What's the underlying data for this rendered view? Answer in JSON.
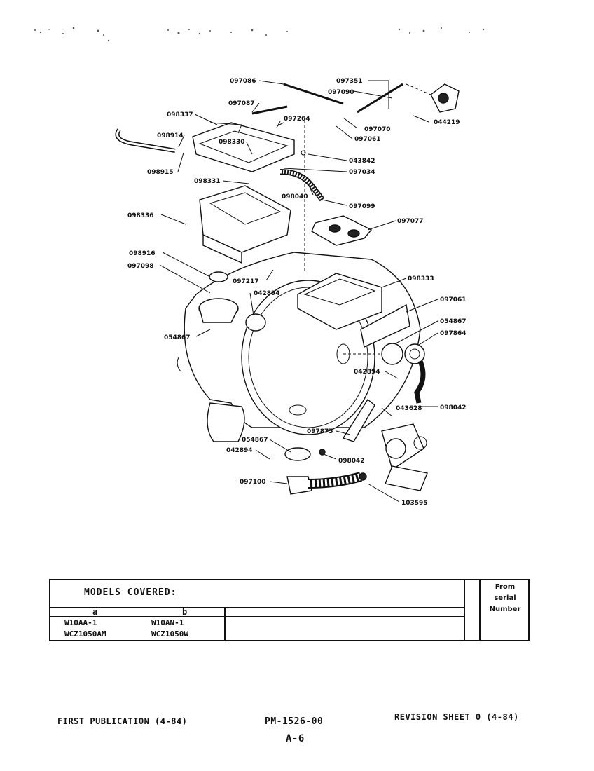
{
  "callouts": {
    "c097086": "097086",
    "c097087": "097087",
    "c098337": "098337",
    "c097264": "097264",
    "c098914": "098914",
    "c098330": "098330",
    "c098915": "098915",
    "c098331": "098331",
    "c097351": "097351",
    "c097090": "097090",
    "c097070": "097070",
    "c097061": "097061",
    "c044219": "044219",
    "c043842": "043842",
    "c097034": "097034",
    "c098040": "098040",
    "c097099": "097099",
    "c098336": "098336",
    "c097077": "097077",
    "c098916": "098916",
    "c097098": "097098",
    "c097217": "097217",
    "c042894a": "042894",
    "c098333": "098333",
    "c097061b": "097061",
    "c054867a": "054867",
    "c054867b": "054867",
    "c097864": "097864",
    "c042894b": "042894",
    "c043628": "043628",
    "c098042a": "098042",
    "c097875": "097875",
    "c054867c": "054867",
    "c042894c": "042894",
    "c098042b": "098042",
    "c097100": "097100",
    "c103595": "103595"
  },
  "models_table": {
    "title": "MODELS COVERED:",
    "serial_header_line1": "From serial",
    "serial_header_line2": "Number",
    "col_a": "a",
    "col_b": "b",
    "row1_a": "W10AA-1",
    "row1_b": "W10AN-1",
    "row2_a": "WCZ1050AM",
    "row2_b": "WCZ1050W"
  },
  "footer": {
    "left": "FIRST PUBLICATION (4-84)",
    "center": "PM-1526-00",
    "right": "REVISION SHEET 0 (4-84)",
    "page": "A-6"
  }
}
